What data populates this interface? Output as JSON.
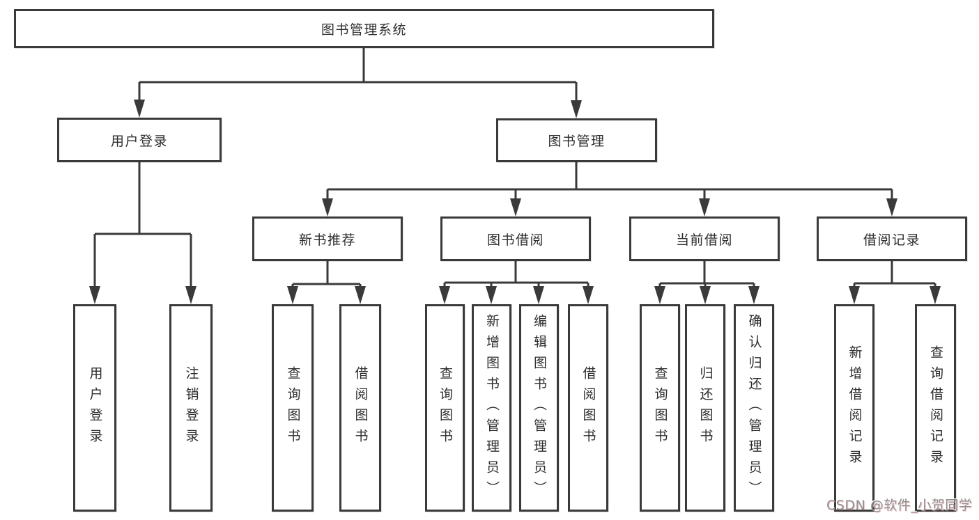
{
  "diagram_type": "hierarchy-tree",
  "colors": {
    "background": "#ffffff",
    "box_fill": "#ffffff",
    "box_border": "#3a3a3a",
    "line": "#3a3a3a",
    "text": "#2d2d2d",
    "watermark_gray": "#8f8f8f",
    "watermark_tint": "#e07882"
  },
  "watermark": {
    "text": "CSDN @软件_小贺同学"
  },
  "tree": {
    "label": "图书管理系统",
    "children": [
      {
        "label": "用户登录",
        "children": [
          {
            "label": "用户登录"
          },
          {
            "label": "注销登录"
          }
        ]
      },
      {
        "label": "图书管理",
        "children": [
          {
            "label": "新书推荐",
            "children": [
              {
                "label": "查询图书"
              },
              {
                "label": "借阅图书"
              }
            ]
          },
          {
            "label": "图书借阅",
            "children": [
              {
                "label": "查询图书"
              },
              {
                "label": "新增图书（管理员）"
              },
              {
                "label": "编辑图书（管理员）"
              },
              {
                "label": "借阅图书"
              }
            ]
          },
          {
            "label": "当前借阅",
            "children": [
              {
                "label": "查询图书"
              },
              {
                "label": "归还图书"
              },
              {
                "label": "确认归还（管理员）"
              }
            ]
          },
          {
            "label": "借阅记录",
            "children": [
              {
                "label": "新增借阅记录"
              },
              {
                "label": "查询借阅记录"
              }
            ]
          }
        ]
      }
    ]
  }
}
